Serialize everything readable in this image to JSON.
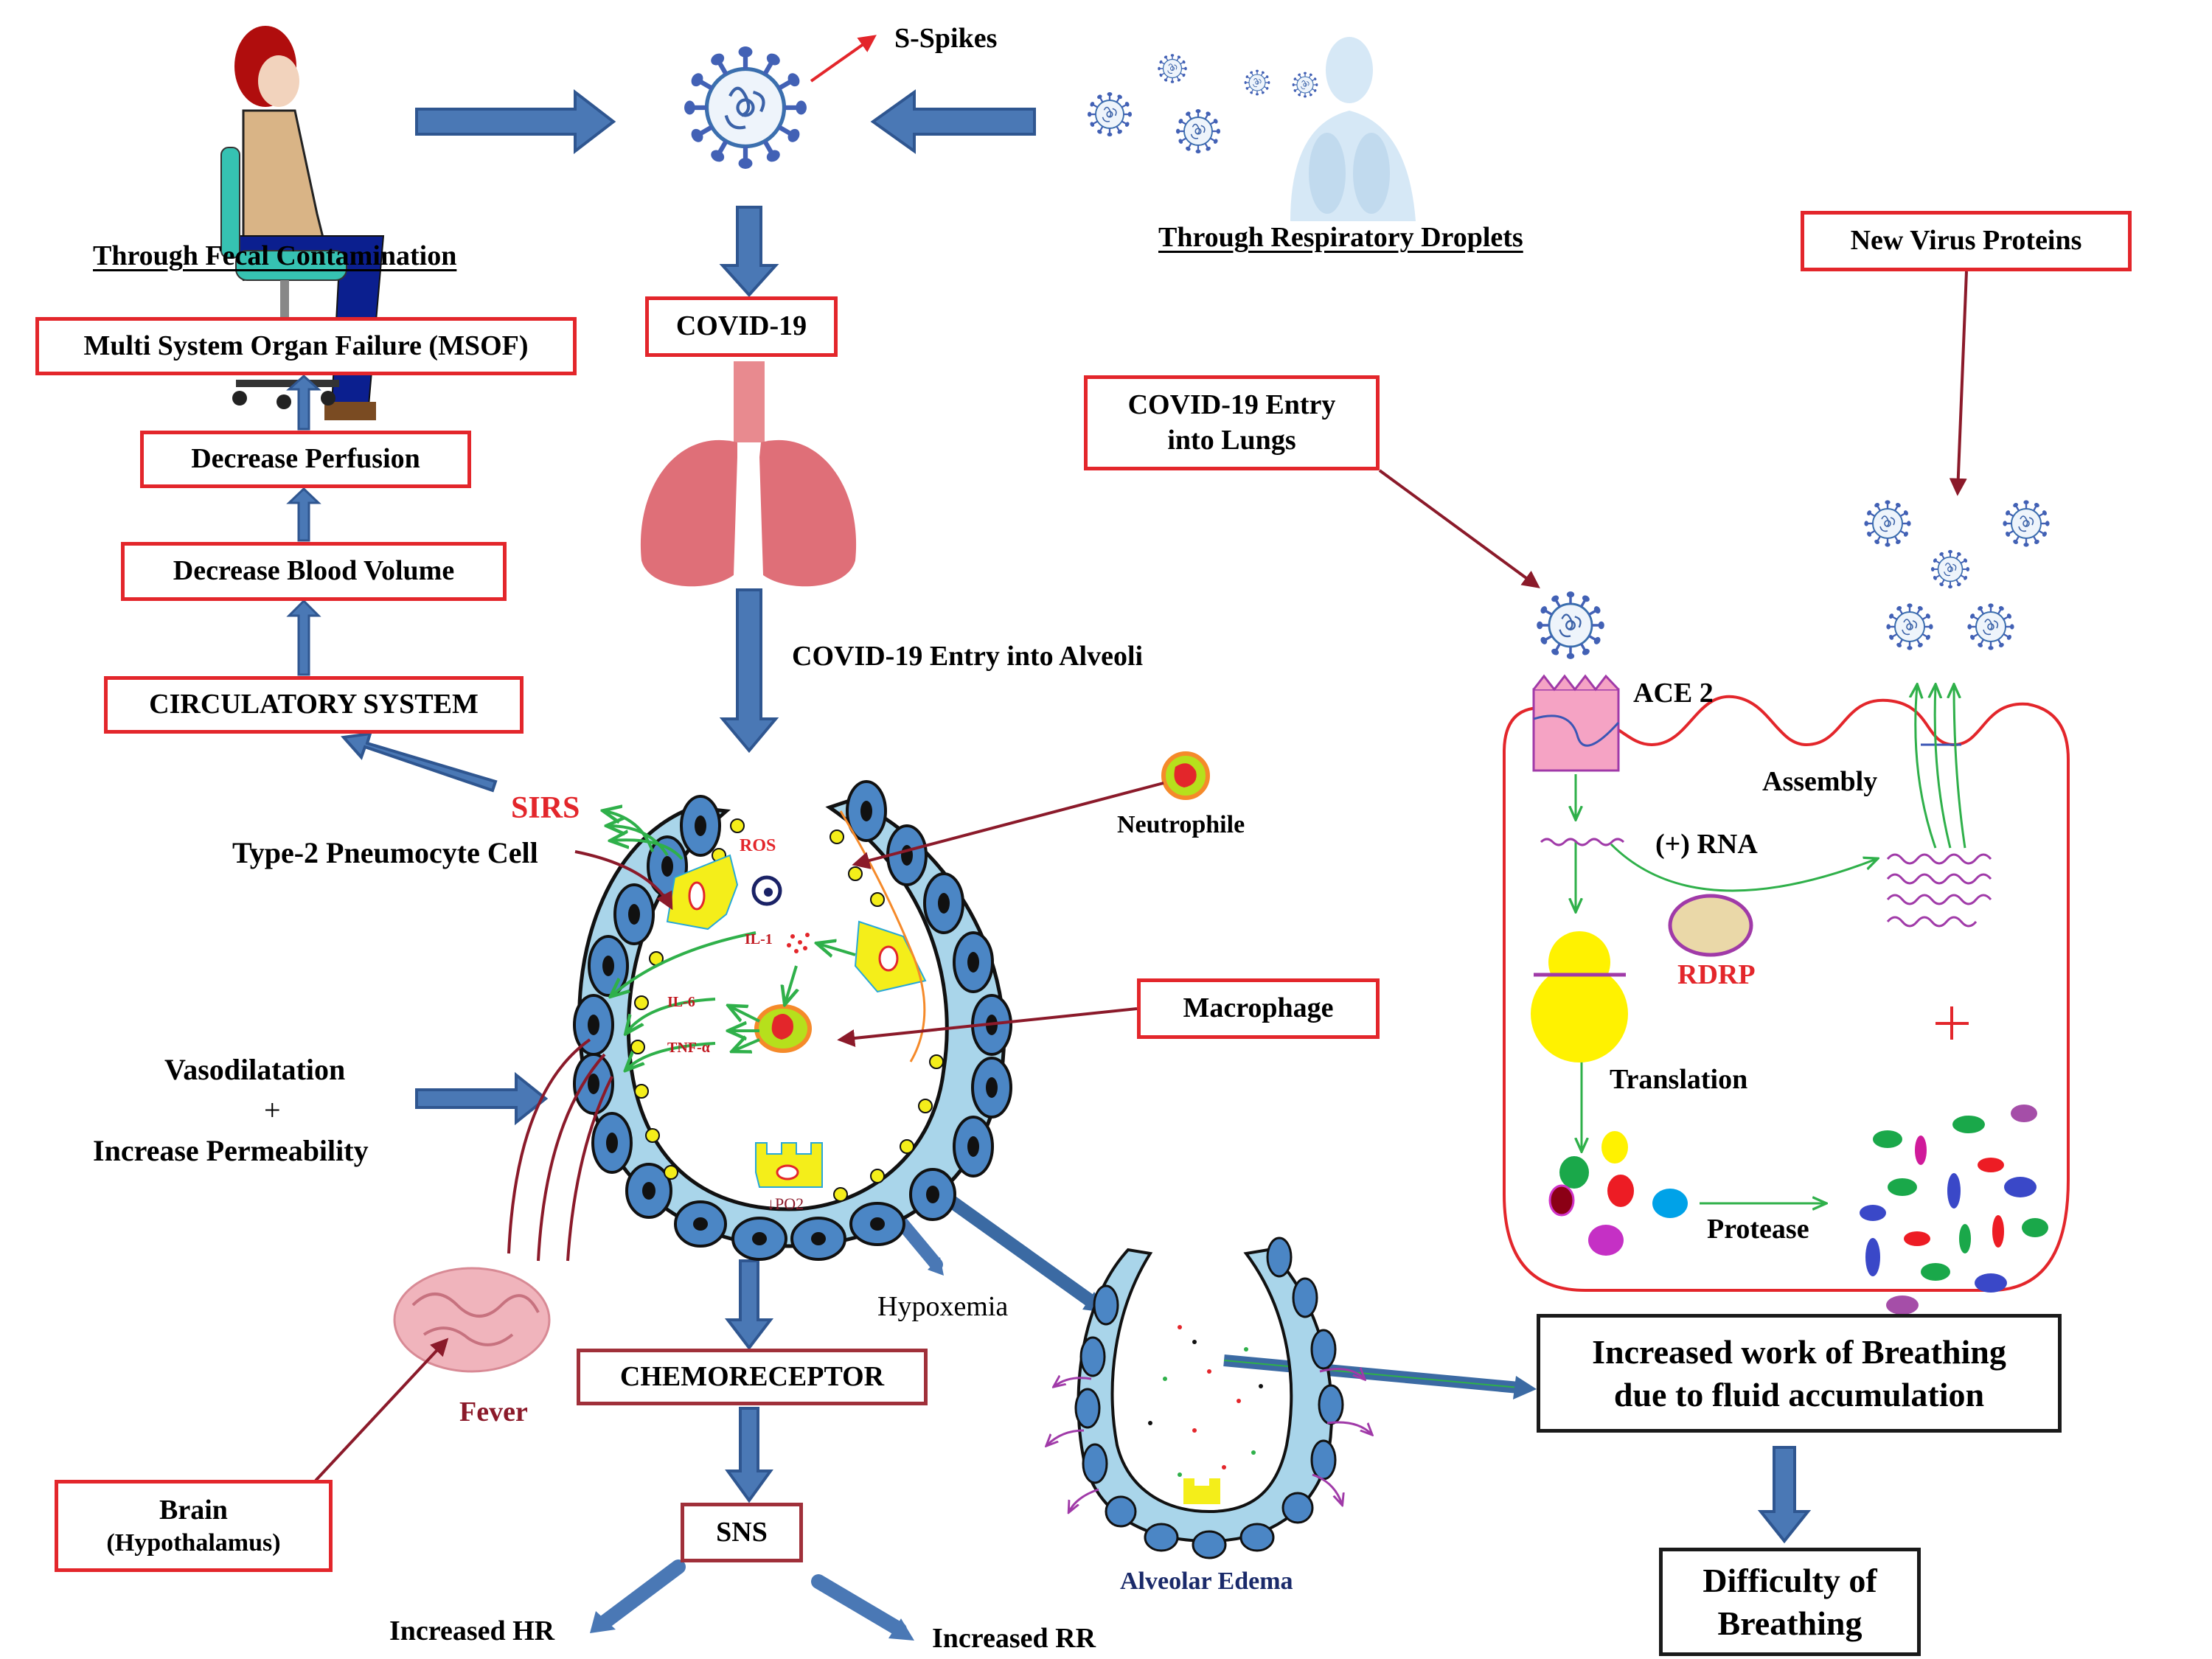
{
  "colors": {
    "arrow_blue": "#4a78b5",
    "arrow_blue_dark": "#2f5690",
    "box_red": "#e3262b",
    "maroon": "#8b1a2a",
    "green": "#2fb04a",
    "yellow": "#f4ee1a",
    "cell_blue": "#4b86c5",
    "membrane_blue": "#a9d5ea"
  },
  "transmission": {
    "fecal_label": "Through Fecal Contamination",
    "respiratory_label": "Through Respiratory Droplets",
    "spike_label": "S-Spikes",
    "person_icon": "seated-person-icon",
    "virus_icon": "coronavirus-icon",
    "human_lungs_icon": "human-respiratory-icon"
  },
  "center_flow": {
    "covid_box": "COVID-19",
    "alveoli_entry_label": "COVID-19 Entry into Alveoli",
    "lungs_icon": "lungs-icon"
  },
  "circulatory_chain": [
    "Multi System Organ Failure (MSOF)",
    "Decrease Perfusion",
    "Decrease Blood Volume",
    "CIRCULATORY SYSTEM"
  ],
  "alveolus": {
    "sirs": "SIRS",
    "type2_label": "Type-2 Pneumocyte Cell",
    "ros": "ROS",
    "il1": "IL-1",
    "il6": "IL-6",
    "tnf": "TNF-α",
    "po2": "↓PO2",
    "neutrophile": "Neutrophile",
    "macrophage_box": "Macrophage"
  },
  "vascular": {
    "line1": "Vasodilatation",
    "plus": "+",
    "line2": "Increase Permeability"
  },
  "neuro": {
    "fever": "Fever",
    "brain_box_line1": "Brain",
    "brain_box_line2": "(Hypothalamus)",
    "chemoreceptor": "CHEMORECEPTOR",
    "sns": "SNS",
    "increased_hr": "Increased HR",
    "increased_rr": "Increased RR",
    "hypoxemia": "Hypoxemia"
  },
  "cell_cycle": {
    "lungs_entry_line1": "COVID-19 Entry",
    "lungs_entry_line2": "into Lungs",
    "new_virus_proteins": "New Virus Proteins",
    "ace2": "ACE 2",
    "assembly": "Assembly",
    "rna": "(+) RNA",
    "rdrp": "RDRP",
    "translation": "Translation",
    "protease": "Protease",
    "plus": "+"
  },
  "edema": {
    "label": "Alveolar Edema",
    "work_line1": "Increased work of Breathing",
    "work_line2": "due to fluid accumulation",
    "difficulty_line1": "Difficulty of",
    "difficulty_line2": "Breathing"
  }
}
